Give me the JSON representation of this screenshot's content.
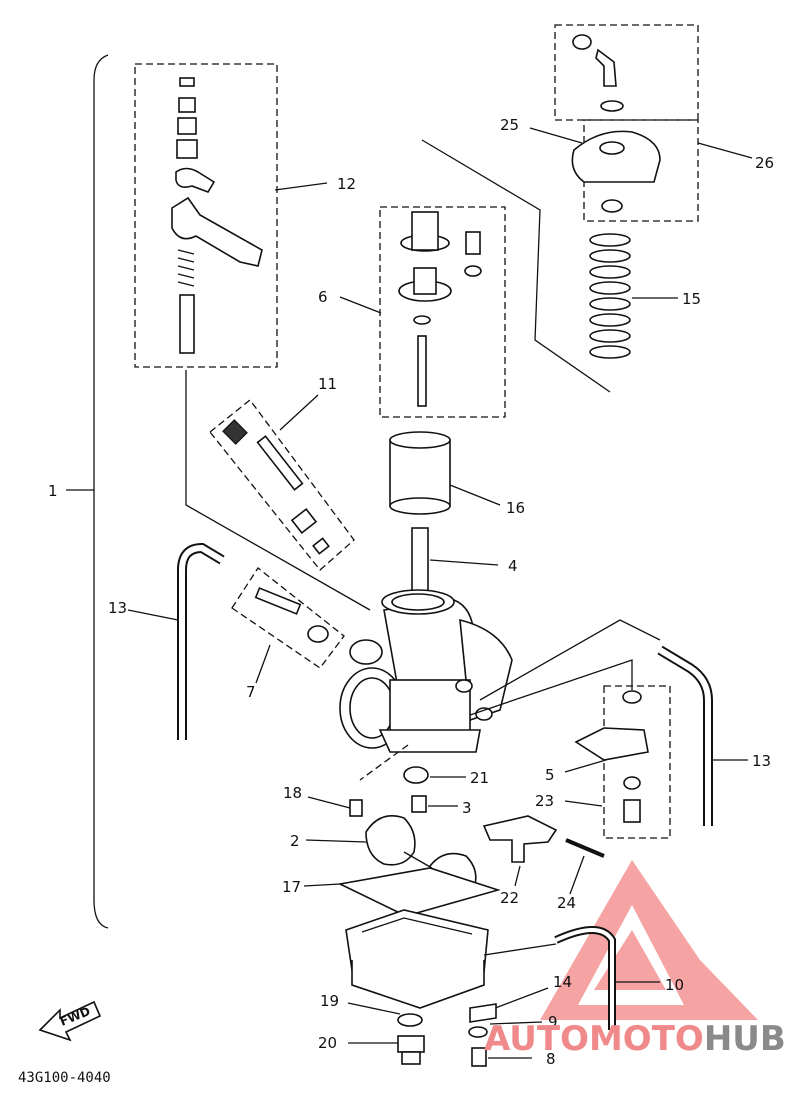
{
  "diagram_code": "43G100-4040",
  "fwd_label": "FWD",
  "watermark": {
    "part_a": "AUTOMOTO",
    "part_b": "HUB",
    "color_red": "#f08a8a",
    "color_gray": "#8a8a8a"
  },
  "callouts": [
    "1",
    "2",
    "3",
    "4",
    "5",
    "6",
    "7",
    "8",
    "9",
    "10",
    "11",
    "12",
    "13",
    "13",
    "14",
    "15",
    "16",
    "17",
    "18",
    "19",
    "20",
    "21",
    "22",
    "23",
    "24",
    "25",
    "26"
  ]
}
